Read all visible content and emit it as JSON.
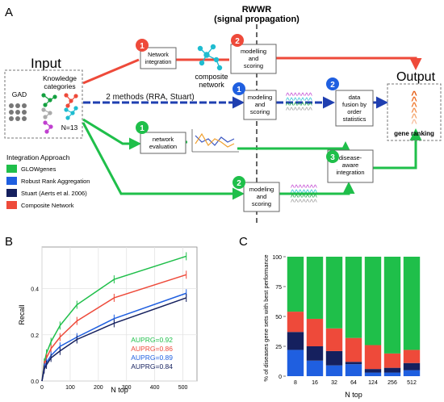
{
  "panel_labels": {
    "a": "A",
    "b": "B",
    "c": "C"
  },
  "panel_a": {
    "rwwr_title": "RWWR",
    "rwwr_subtitle": "(signal propagation)",
    "input_title": "Input",
    "output_title": "Output",
    "gad_label": "GAD",
    "knowledge_line1": "Knowledge",
    "knowledge_line2": "categories",
    "n_label": "N=13",
    "methods_label": "2 methods (RRA, Stuart)",
    "composite_line1": "composite",
    "composite_line2": "network",
    "boxes": {
      "network_integration": [
        "Network",
        "integration"
      ],
      "modelling_top": [
        "modelling",
        "and",
        "scoring"
      ],
      "modeling_mid": [
        "modeling",
        "and",
        "scoring"
      ],
      "data_fusion": [
        "data",
        "fusion by",
        "order",
        "statistics"
      ],
      "network_evaluation": [
        "network",
        "evaluation"
      ],
      "disease_aware": [
        "disease-",
        "aware",
        "integration"
      ],
      "modeling_bottom": [
        "modeling",
        "and",
        "scoring"
      ]
    },
    "step_numbers": {
      "red_1": "1",
      "red_2": "2",
      "blue_1": "1",
      "blue_2": "2",
      "green_1": "1",
      "green_2": "2",
      "green_3": "3"
    },
    "gene_ranking": "gene ranking",
    "legend_title": "Integration Approach",
    "legend": [
      {
        "label": "GLOWgenes",
        "color": "#1fbf4a"
      },
      {
        "label": "Robust Rank Aggregation",
        "color": "#1f5fe0"
      },
      {
        "label": "Stuart (Aerts et al. 2006)",
        "color": "#15205e"
      },
      {
        "label": "Composite Network",
        "color": "#ee4a3a"
      }
    ]
  },
  "chart_data": [
    {
      "type": "line",
      "xlabel": "N top",
      "ylabel": "Recall",
      "xlim": [
        0,
        550
      ],
      "ylim": [
        0,
        0.58
      ],
      "xticks": [
        "0",
        "100",
        "200",
        "300",
        "400",
        "500"
      ],
      "yticks": [
        "0.0",
        "0.2",
        "0.4"
      ],
      "x": [
        8,
        16,
        32,
        64,
        124,
        256,
        512
      ],
      "series": [
        {
          "color": "#1fbf4a",
          "values": [
            0.08,
            0.12,
            0.17,
            0.24,
            0.33,
            0.44,
            0.54
          ],
          "label": "AUPRG=0.92"
        },
        {
          "color": "#ee4a3a",
          "values": [
            0.07,
            0.1,
            0.14,
            0.19,
            0.26,
            0.36,
            0.46
          ],
          "label": "AUPRG=0.86"
        },
        {
          "color": "#1f5fe0",
          "values": [
            0.06,
            0.08,
            0.11,
            0.15,
            0.19,
            0.27,
            0.38
          ],
          "label": "AUPRG=0.89"
        },
        {
          "color": "#15205e",
          "values": [
            0.05,
            0.07,
            0.1,
            0.13,
            0.18,
            0.25,
            0.36
          ],
          "label": "AUPRG=0.84"
        }
      ]
    },
    {
      "type": "bar",
      "stacked": true,
      "xlabel": "N top",
      "ylabel": "% of diseases gene sets with best performance",
      "ylim": [
        0,
        100
      ],
      "yticks": [
        "0",
        "25",
        "50",
        "75",
        "100"
      ],
      "categories": [
        "8",
        "16",
        "32",
        "64",
        "124",
        "256",
        "512"
      ],
      "series": [
        {
          "color": "#1f5fe0",
          "values": [
            22,
            13,
            9,
            10,
            3,
            3,
            5
          ]
        },
        {
          "color": "#15205e",
          "values": [
            15,
            12,
            12,
            2,
            3,
            4,
            6
          ]
        },
        {
          "color": "#ee4a3a",
          "values": [
            17,
            23,
            19,
            20,
            20,
            12,
            11
          ]
        },
        {
          "color": "#1fbf4a",
          "values": [
            46,
            52,
            60,
            68,
            74,
            81,
            78
          ]
        }
      ]
    }
  ]
}
